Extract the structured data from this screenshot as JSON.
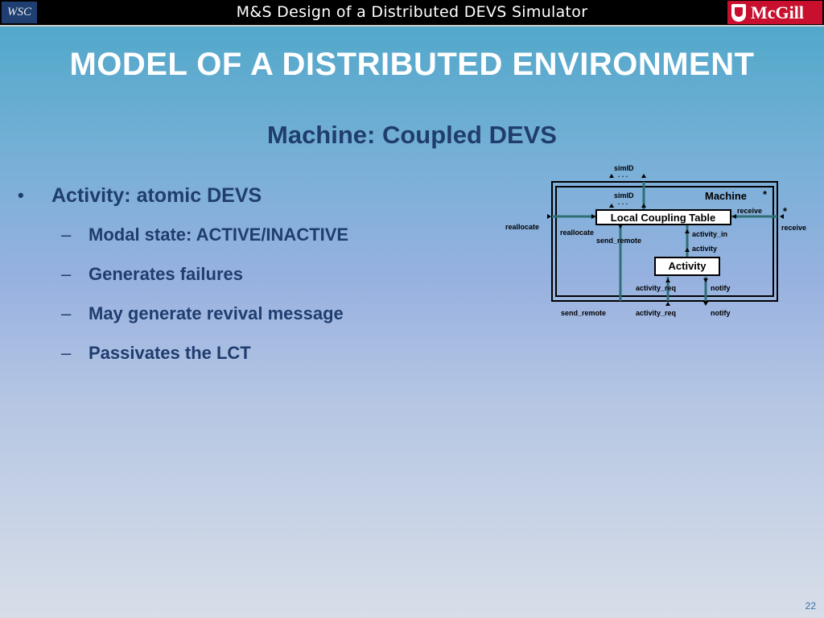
{
  "header": {
    "title": "M&S Design of a Distributed DEVS Simulator",
    "left_logo_text": "WSC",
    "right_logo_text": "McGill"
  },
  "slide": {
    "title": "MODEL OF A DISTRIBUTED ENVIRONMENT",
    "subtitle": "Machine: Coupled DEVS",
    "bullet": "Activity: atomic DEVS",
    "sub_bullets": [
      "Modal state: ACTIVE/INACTIVE",
      "Generates failures",
      "May generate revival message",
      "Passivates the LCT"
    ],
    "page_number": "22"
  },
  "diagram": {
    "outer_label": "Machine",
    "star": "*",
    "dots": "· · ·",
    "lct_label": "Local Coupling Table",
    "activity_label": "Activity",
    "ports": {
      "simid_top": "simID",
      "simid_inner": "simID",
      "reallocate_outer": "reallocate",
      "reallocate_inner": "reallocate",
      "receive_inner": "receive",
      "receive_outer": "receive",
      "send_remote_inner": "send_remote",
      "activity_in": "activity_in",
      "activity": "activity",
      "activity_req_inner": "activity_req",
      "notify_inner": "notify",
      "send_remote_outer": "send_remote",
      "activity_req_outer": "activity_req",
      "notify_outer": "notify"
    },
    "line_color": "#2f6f77"
  }
}
